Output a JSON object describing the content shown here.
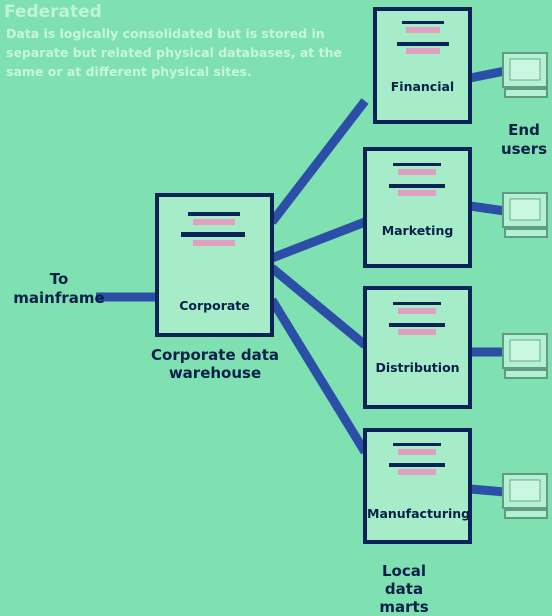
{
  "header": {
    "title": "Federated",
    "description": "Data is logically consolidated but is stored in separate but related physical databases, at the same or at different physical sites."
  },
  "source": {
    "label": "To mainframe"
  },
  "warehouse": {
    "box_label": "Corporate",
    "caption": "Corporate data warehouse"
  },
  "marts": [
    {
      "label": "Financial"
    },
    {
      "label": "Marketing"
    },
    {
      "label": "Distribution"
    },
    {
      "label": "Manufacturing"
    }
  ],
  "marts_caption": "Local data marts",
  "end_users": "End users",
  "colors": {
    "background": "#7fe0b2",
    "box_fill": "#a7ecc9",
    "ink": "#06204a",
    "connector": "#2b4fa6",
    "tray_pink": "#e1a0c0"
  }
}
